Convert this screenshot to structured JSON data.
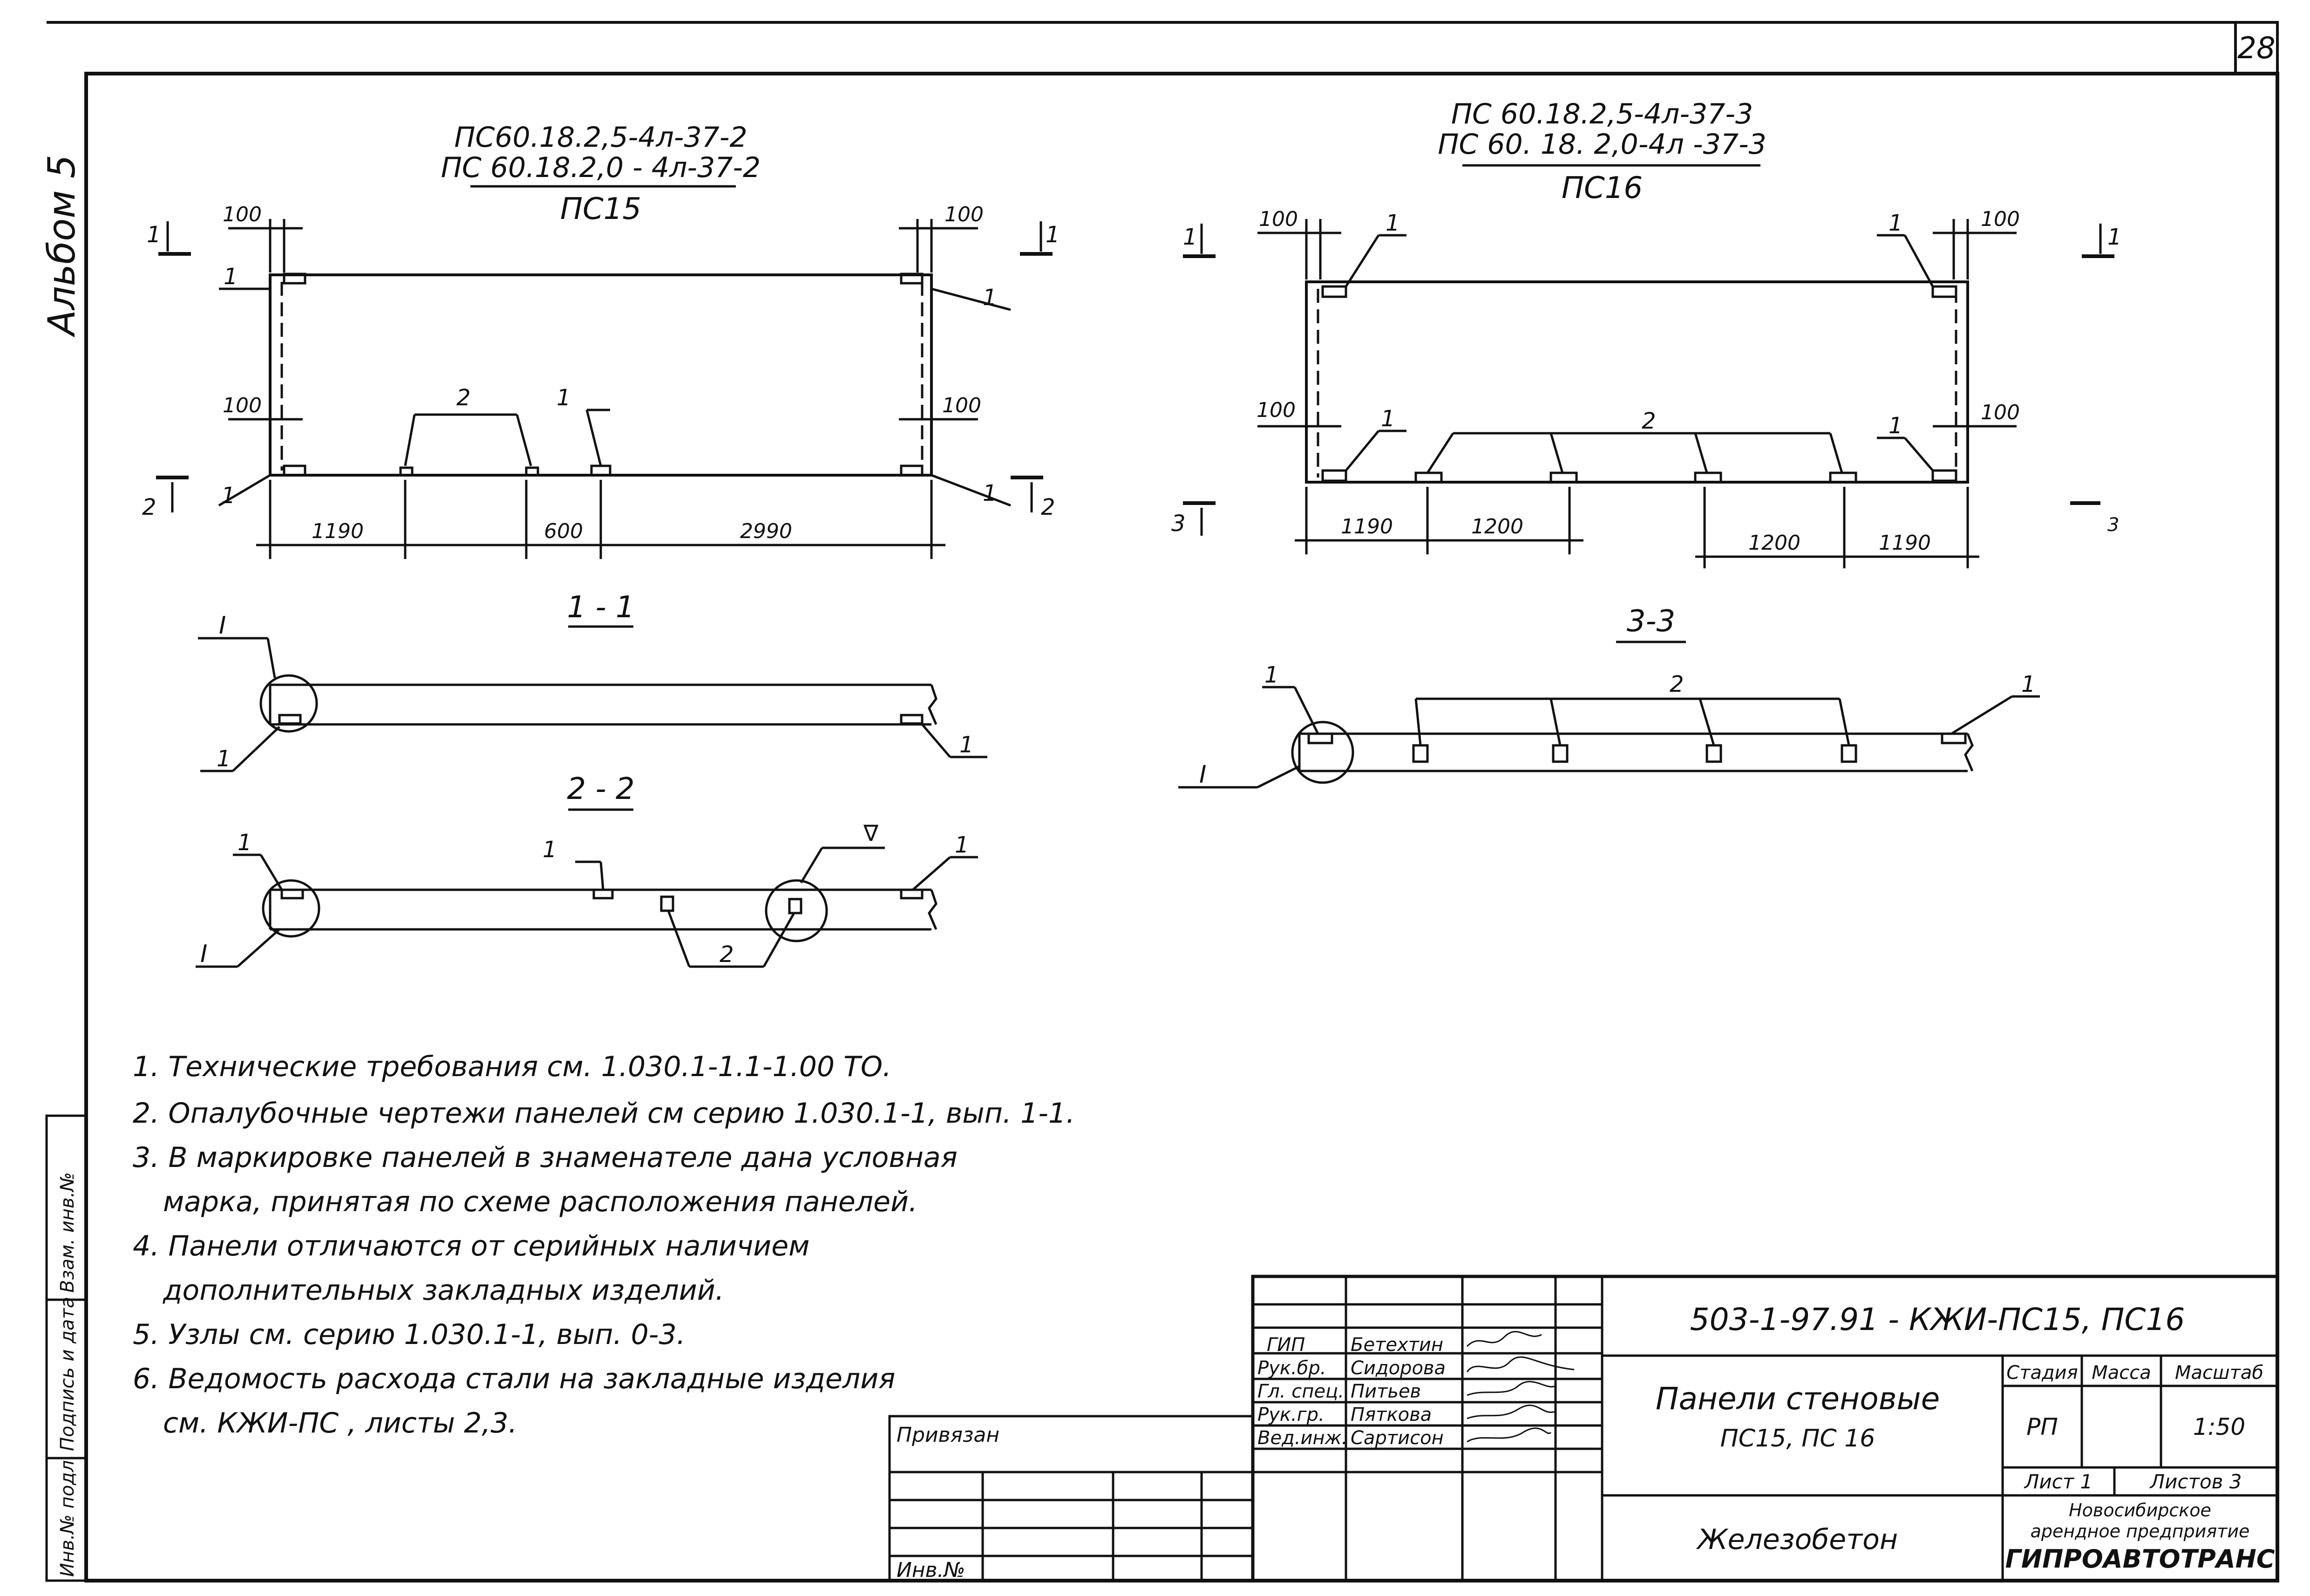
{
  "sheet": {
    "number": "28",
    "album": "Альбом 5"
  },
  "left_panel": {
    "marks": [
      "ПС60.18.2,5-4л-37-2",
      "ПС 60.18.2,0 - 4л-37-2"
    ],
    "code": "ПС15",
    "dims_top": [
      "100",
      "100"
    ],
    "dims_side": [
      "100",
      "100"
    ],
    "dims_bottom": [
      "1190",
      "600",
      "2990"
    ],
    "callouts": [
      "1",
      "2"
    ],
    "cuts": [
      "1",
      "2"
    ]
  },
  "right_panel": {
    "marks": [
      "ПС 60.18.2,5-4л-37-3",
      "ПС 60. 18. 2,0-4л -37-3"
    ],
    "code": "ПС16",
    "dims_top": [
      "100",
      "100"
    ],
    "dims_side": [
      "100",
      "100"
    ],
    "dims_bottom": [
      "1190",
      "1200",
      "1200",
      "1190"
    ],
    "callouts": [
      "1",
      "2"
    ],
    "cuts": [
      "1",
      "3"
    ]
  },
  "sections": {
    "s11": "1 - 1",
    "s22": "2 - 2",
    "s33": "3-3",
    "node": "I",
    "level_mark": "∇"
  },
  "notes": [
    "1. Технические требования см. 1.030.1-1.1-1.00 ТО.",
    "2. Опалубочные чертежи панелей см серию 1.030.1-1, вып. 1-1.",
    "3. В маркировке панелей в знаменателе дана условная",
    "марка, принятая по схеме расположения панелей.",
    "4. Панели отличаются от серийных наличием",
    "дополнительных закладных изделий.",
    "5. Узлы см. серию 1.030.1-1, вып. 0-3.",
    "6. Ведомость расхода стали на закладные изделия",
    "см. КЖИ-ПС , листы 2,3."
  ],
  "side_stamp": [
    "Инв.№ подл.",
    "Подпись и дата",
    "Взам. инв.№"
  ],
  "title_block": {
    "privyazan": "Привязан",
    "inv": "Инв.№",
    "designation": "503-1-97.91 - КЖИ-ПС15, ПС16",
    "title_line1": "Панели стеновые",
    "title_line2": "ПС15, ПС 16",
    "material": "Железобетон",
    "stage_label": "Стадия",
    "mass_label": "Масса",
    "scale_label": "Масштаб",
    "stage": "РП",
    "scale": "1:50",
    "sheet_label": "Лист 1",
    "sheets_label": "Листов 3",
    "org1": "Новосибирское",
    "org2": "арендное предприятие",
    "org3": "ГИПРОАВТОТРАНС",
    "signatures": [
      {
        "role": "ГИП",
        "name": "Бетехтин"
      },
      {
        "role": "Рук.бр.",
        "name": "Сидорова"
      },
      {
        "role": "Гл. спец.",
        "name": "Питьев"
      },
      {
        "role": "Рук.гр.",
        "name": "Пяткова"
      },
      {
        "role": "Вед.инж.",
        "name": "Сартисон"
      }
    ]
  }
}
